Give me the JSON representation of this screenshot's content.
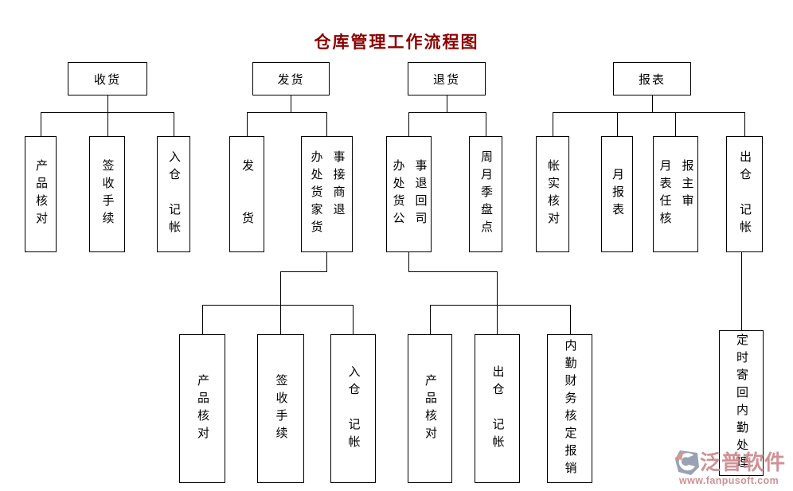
{
  "title": "仓库管理工作流程图",
  "branches": [
    {
      "name": "receiving",
      "root": "收货",
      "level1": [
        "产品核对",
        "签收手续",
        "入仓　记帐"
      ],
      "level2": []
    },
    {
      "name": "shipping",
      "root": "发货",
      "level1": [
        "发　　货",
        "办处货家货\n事接商退"
      ],
      "level2": [
        "产品核对",
        "签收手续",
        "入仓　记帐"
      ]
    },
    {
      "name": "returns",
      "root": "退货",
      "level1": [
        "办处货公\n事退回司",
        "周月季盘点"
      ],
      "level2": [
        "产品核对",
        "出仓　记帐",
        "内勤财务核定报销"
      ]
    },
    {
      "name": "reports",
      "root": "报表",
      "level1": [
        "帐实核对",
        "月报表",
        "月表任核\n报主审",
        "出仓　记帐"
      ],
      "level2": [
        "定时寄回内勤处理"
      ]
    }
  ],
  "watermark": {
    "brand": "泛普软件",
    "url": "www.fanpusoft.com"
  },
  "colors": {
    "title_text": "#8B0000",
    "line": "#000000",
    "box_border": "#000000",
    "background": "#FFFFFF",
    "watermark_text": "#C9868C",
    "logo_slate": "#8E99AC",
    "logo_coral": "#D8898B"
  }
}
